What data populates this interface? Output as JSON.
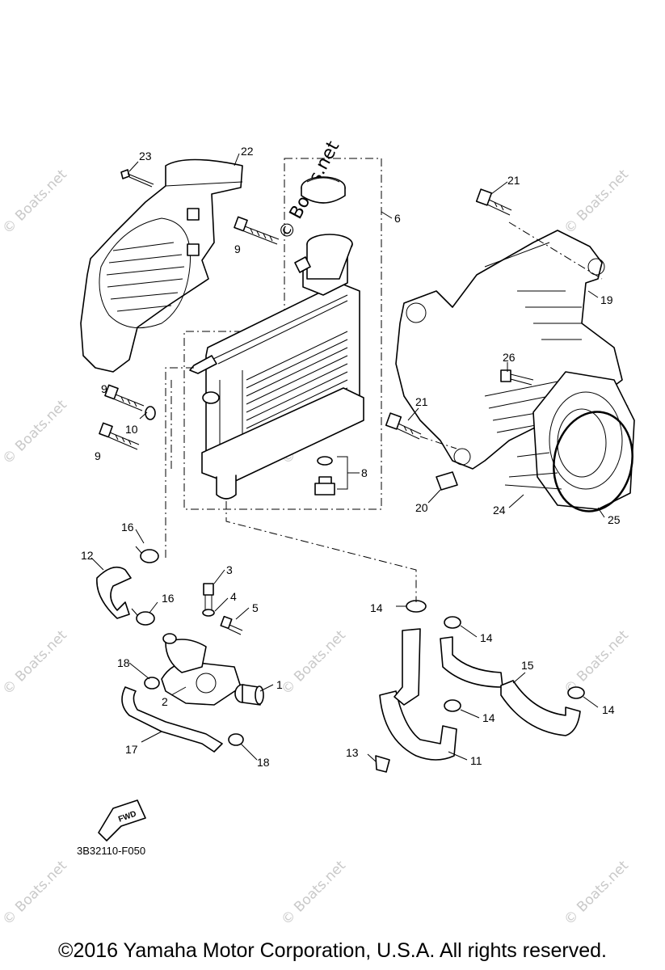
{
  "callouts": {
    "p1": "1",
    "p2": "2",
    "p3": "3",
    "p4": "4",
    "p5": "5",
    "p6": "6",
    "p8": "8",
    "p9a": "9",
    "p9b": "9",
    "p9c": "9",
    "p10": "10",
    "p11": "11",
    "p12": "12",
    "p13": "13",
    "p14a": "14",
    "p14b": "14",
    "p14c": "14",
    "p14d": "14",
    "p15": "15",
    "p16a": "16",
    "p16b": "16",
    "p17": "17",
    "p18a": "18",
    "p18b": "18",
    "p19": "19",
    "p20": "20",
    "p21a": "21",
    "p21b": "21",
    "p22": "22",
    "p23": "23",
    "p24": "24",
    "p25": "25",
    "p26": "26"
  },
  "watermark": {
    "text": "© Boats.net",
    "highlight_text": "© Boats.net"
  },
  "direction_badge": "FWD",
  "drawing_code": "3B32110-F050",
  "copyright": "©2016 Yamaha Motor Corporation, U.S.A. All rights reserved."
}
